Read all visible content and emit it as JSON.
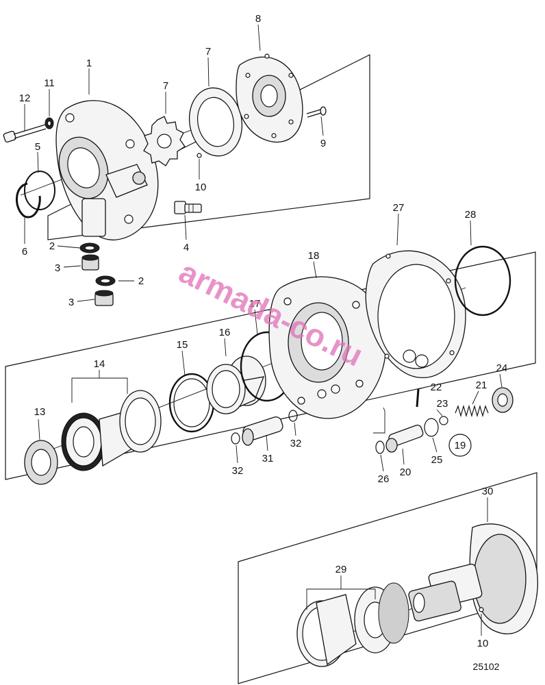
{
  "drawing_number": "25102",
  "watermark": "armada-co.ru",
  "part_labels": [
    {
      "id": "p1",
      "text": "1"
    },
    {
      "id": "p2a",
      "text": "2"
    },
    {
      "id": "p2b",
      "text": "2"
    },
    {
      "id": "p3a",
      "text": "3"
    },
    {
      "id": "p3b",
      "text": "3"
    },
    {
      "id": "p4",
      "text": "4"
    },
    {
      "id": "p5",
      "text": "5"
    },
    {
      "id": "p6",
      "text": "6"
    },
    {
      "id": "p7a",
      "text": "7"
    },
    {
      "id": "p7b",
      "text": "7"
    },
    {
      "id": "p8",
      "text": "8"
    },
    {
      "id": "p9",
      "text": "9"
    },
    {
      "id": "p10a",
      "text": "10"
    },
    {
      "id": "p10b",
      "text": "10"
    },
    {
      "id": "p11",
      "text": "11"
    },
    {
      "id": "p12",
      "text": "12"
    },
    {
      "id": "p13",
      "text": "13"
    },
    {
      "id": "p14",
      "text": "14"
    },
    {
      "id": "p15",
      "text": "15"
    },
    {
      "id": "p16",
      "text": "16"
    },
    {
      "id": "p17",
      "text": "17"
    },
    {
      "id": "p18",
      "text": "18"
    },
    {
      "id": "p19",
      "text": "19"
    },
    {
      "id": "p20",
      "text": "20"
    },
    {
      "id": "p21",
      "text": "21"
    },
    {
      "id": "p22",
      "text": "22"
    },
    {
      "id": "p23",
      "text": "23"
    },
    {
      "id": "p24",
      "text": "24"
    },
    {
      "id": "p25",
      "text": "25"
    },
    {
      "id": "p26",
      "text": "26"
    },
    {
      "id": "p27",
      "text": "27"
    },
    {
      "id": "p28",
      "text": "28"
    },
    {
      "id": "p29",
      "text": "29"
    },
    {
      "id": "p30",
      "text": "30"
    },
    {
      "id": "p31",
      "text": "31"
    },
    {
      "id": "p32a",
      "text": "32"
    },
    {
      "id": "p32b",
      "text": "32"
    }
  ]
}
